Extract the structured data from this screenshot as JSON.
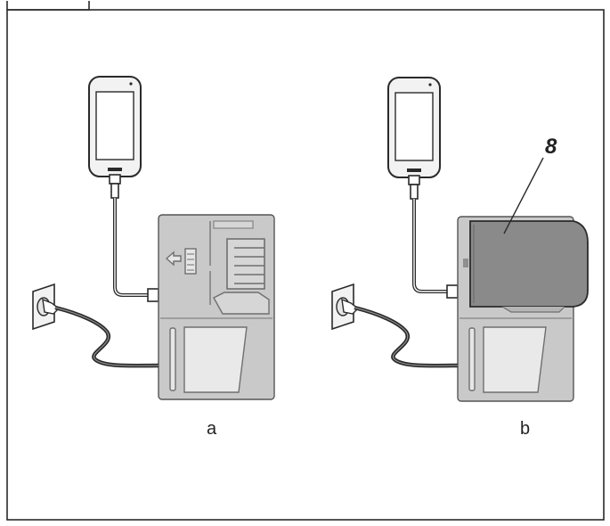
{
  "figure": {
    "panels": [
      {
        "id": "a",
        "label": "a",
        "battery_inserted": false
      },
      {
        "id": "b",
        "label": "b",
        "battery_inserted": true
      }
    ],
    "callouts": [
      {
        "label": "8",
        "target": "battery"
      }
    ],
    "colors": {
      "line": "#2a2a2a",
      "device_body": "#c9c9c9",
      "device_detail": "#8f8f8f",
      "battery": "#8a8a8a",
      "phone_body": "#f2f2f2",
      "phone_screen": "#ffffff"
    }
  }
}
